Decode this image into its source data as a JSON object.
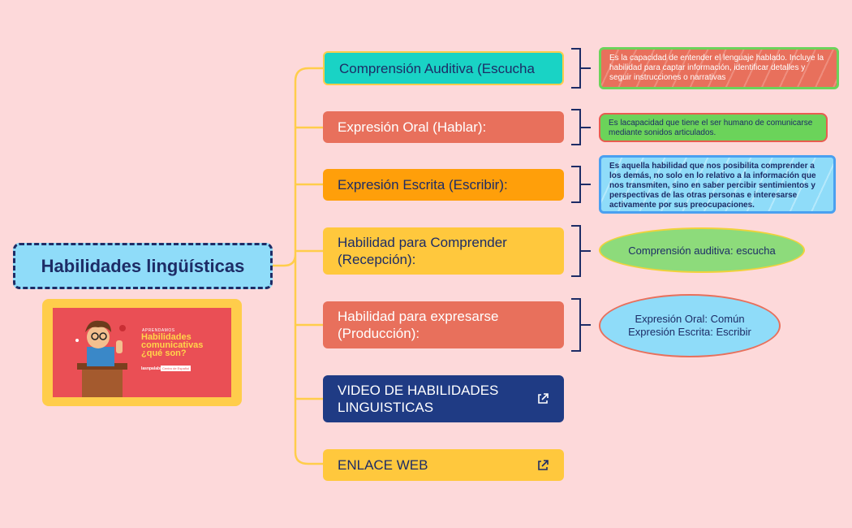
{
  "root": {
    "label": "Habilidades lingüísticas"
  },
  "thumbnail": {
    "small_text": "APRENDAMOS",
    "title_line1": "Habilidades",
    "title_line2": "comunicativas",
    "title_line3": "¿qué son?",
    "brand": "lasnpalabras",
    "tag": "Centro de Español"
  },
  "topics": [
    {
      "label": "Comprensión Auditiva (Escucha",
      "color": "#19d3c5"
    },
    {
      "label": "Expresión Oral (Hablar):",
      "color": "#e8705c"
    },
    {
      "label": "Expresión Escrita (Escribir):",
      "color": "#ff9f0a"
    },
    {
      "line1": "Habilidad para Comprender",
      "line2": "(Recepción):",
      "color": "#ffc83d"
    },
    {
      "line1": "Habilidad para expresarse",
      "line2": "(Producción):",
      "color": "#e8705c"
    },
    {
      "line1": "VIDEO DE HABILIDADES",
      "line2": "LINGUISTICAS",
      "color": "#1f3b84",
      "icon": "external-link-icon"
    },
    {
      "label": "ENLACE WEB",
      "color": "#ffc83d",
      "icon": "external-link-icon"
    }
  ],
  "details": [
    {
      "text": "Es la capacidad de entender el lenguaje hablado. Incluye la habilidad para captar información, identificar detalles y seguir instrucciones o narrativas"
    },
    {
      "text": "Es lacapacidad que tiene el ser humano de comunicarse mediante sonidos articulados."
    },
    {
      "text": "Es aquella habilidad que nos posibilita comprender a los demás, no solo en lo relativo a la información que nos transmiten, sino en saber percibir sentimientos y perspectivas de las otras personas e interesarse activamente por sus preocupaciones."
    },
    {
      "text": "Comprensión auditiva: escucha"
    },
    {
      "line1": "Expresión Oral: Común",
      "line2": "Expresión Escrita: Escribir"
    }
  ],
  "colors": {
    "background": "#fdd9da",
    "connector": "#ffcd4b",
    "bracket": "#1d2c66",
    "navy": "#1d2c66"
  }
}
